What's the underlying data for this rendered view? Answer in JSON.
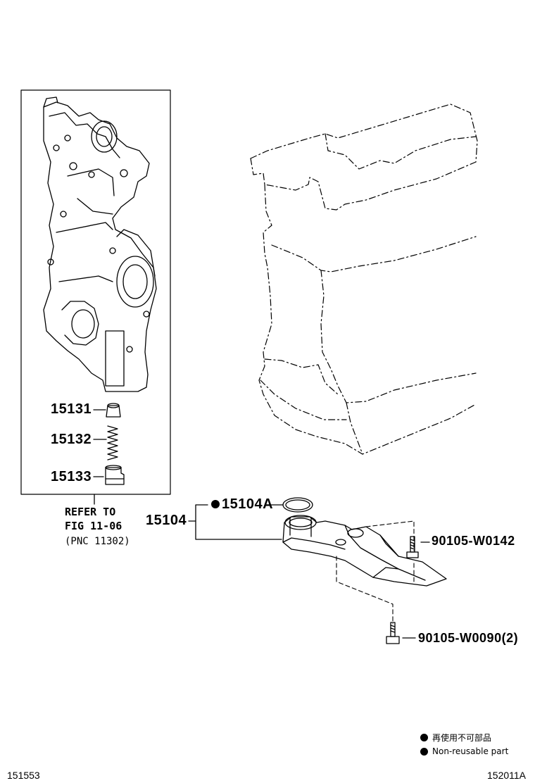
{
  "parts": {
    "p15131": "15131",
    "p15132": "15132",
    "p15133": "15133",
    "p15104": "15104",
    "p15104a": "15104A",
    "bolt1": "90105-W0142",
    "bolt2": "90105-W0090(2)"
  },
  "refer": {
    "line1": "REFER TO",
    "line2": "FIG 11-06",
    "line3": "(PNC 11302)"
  },
  "legend": {
    "jp": "再使用不可部品",
    "en": "Non-reusable part"
  },
  "footer": {
    "left_id": "151553",
    "right_id": "152011A"
  }
}
